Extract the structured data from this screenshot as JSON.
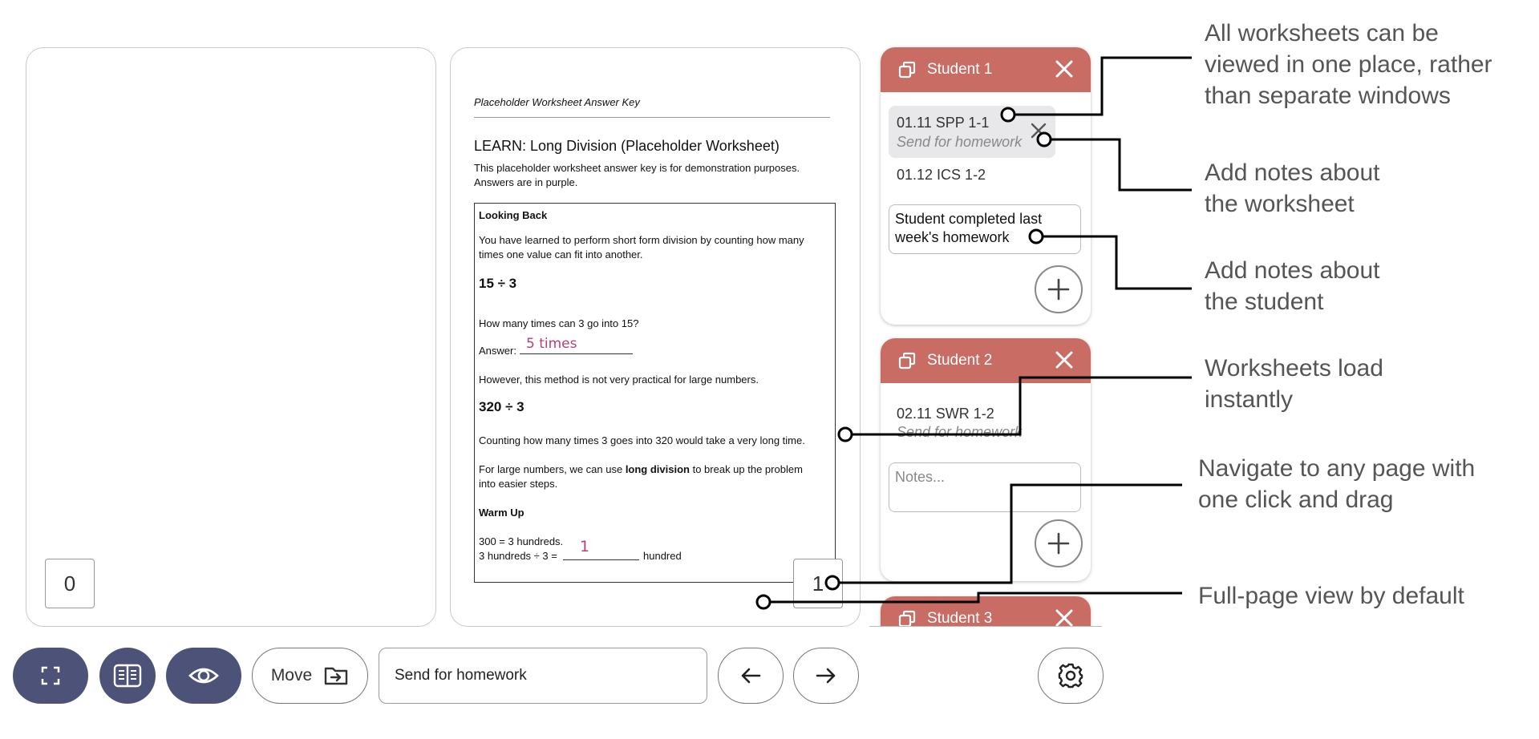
{
  "left_page": {
    "page_number": "0"
  },
  "right_page": {
    "page_number": "1",
    "header": "Placeholder Worksheet Answer Key",
    "title": "LEARN: Long Division (Placeholder Worksheet)",
    "intro_line1": "This placeholder worksheet answer key is for demonstration purposes.",
    "intro_line2": "Answers are in purple.",
    "section_looking_back": "Looking Back",
    "p1_line1": "You have learned to perform short form division by counting how many",
    "p1_line2": "times one value can fit into another.",
    "eq1": "15 ÷ 3",
    "q1": "How many times can 3 go into 15?",
    "answer_label": "Answer:",
    "answer_value": "5 times",
    "p2": "However, this method is not very practical for large numbers.",
    "eq2": "320 ÷ 3",
    "p3": "Counting how many times 3 goes into 320 would take a very long time.",
    "p4_pre": "For large numbers, we can use ",
    "p4_bold": "long division",
    "p4_post": " to break up the problem",
    "p4_line2": "into easier steps.",
    "section_warm_up": "Warm Up",
    "w1": "300 = 3 hundreds.",
    "w2_pre": "3 hundreds ÷ 3 =",
    "w2_answer": "1",
    "w2_post": "hundred"
  },
  "students": [
    {
      "name": "Student 1",
      "items": [
        {
          "code": "01.11 SPP 1-1",
          "note": "Send for homework",
          "selected": true
        },
        {
          "code": "01.12 ICS 1-2"
        }
      ],
      "notes_value": "Student completed last week's homework",
      "notes_line1": "Student completed last",
      "notes_line2": "week's homework"
    },
    {
      "name": "Student 2",
      "items": [
        {
          "code": "02.11 SWR 1-2",
          "note": "Send for homework"
        }
      ],
      "notes_placeholder": "Notes..."
    },
    {
      "name": "Student 3"
    }
  ],
  "annotations": {
    "a1_l1": "All worksheets can be",
    "a1_l2": "viewed in one place, rather",
    "a1_l3": "than separate windows",
    "a2_l1": "Add notes about",
    "a2_l2": "the worksheet",
    "a3_l1": "Add notes about",
    "a3_l2": "the student",
    "a4_l1": "Worksheets load",
    "a4_l2": "instantly",
    "a5_l1": "Navigate to any page with",
    "a5_l2": "one click and drag",
    "a6_l1": "Full-page view by default"
  },
  "toolbar": {
    "move_label": "Move",
    "input_value": "Send for homework",
    "icons": [
      "fullscreen-icon",
      "book-view-icon",
      "eye-icon",
      "folder-move-icon",
      "arrow-left-icon",
      "arrow-right-icon",
      "gear-icon"
    ]
  },
  "colors": {
    "accent_dark": "#4d5278",
    "card_header": "#c96c64",
    "handwriting": "#b2407d",
    "annotation_text": "#555555"
  }
}
